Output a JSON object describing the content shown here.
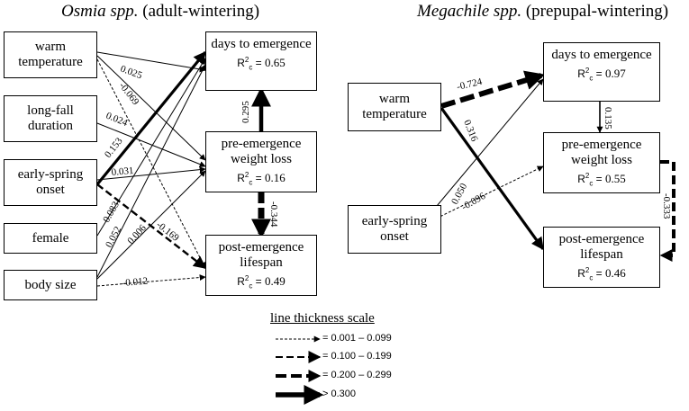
{
  "left_panel": {
    "title_italic": "Osmia spp.",
    "title_rest": " (adult-wintering)",
    "predictors": {
      "warm": "warm temperature",
      "longfall": "long-fall duration",
      "earlyspring": "early-spring onset",
      "female": "female",
      "bodysize": "body size"
    },
    "outcomes": {
      "days": {
        "label": "days to emergence",
        "r2": "0.65"
      },
      "weightloss": {
        "label": "pre-emergence weight loss",
        "r2": "0.16"
      },
      "lifespan": {
        "label": "post-emergence lifespan",
        "r2": "0.49"
      }
    },
    "coefficients": {
      "warm_days": "0.025",
      "warm_ls": "-0.069",
      "long_wl": "0.024",
      "es_days": "0.153",
      "es_wl": "0.031",
      "es_ls": "-0.169",
      "fem_days": "0.083",
      "bs_days": "0.052",
      "bs_wl": "0.006",
      "bs_ls": "-0.012",
      "days_wl": "0.295",
      "wl_ls": "-0.344"
    }
  },
  "right_panel": {
    "title_italic": "Megachile spp.",
    "title_rest": " (prepupal-wintering)",
    "predictors": {
      "warm": "warm temperature",
      "earlyspring": "early-spring onset"
    },
    "outcomes": {
      "days": {
        "label": "days to emergence",
        "r2": "0.97"
      },
      "weightloss": {
        "label": "pre-emergence weight loss",
        "r2": "0.55"
      },
      "lifespan": {
        "label": "post-emergence lifespan",
        "r2": "0.46"
      }
    },
    "coefficients": {
      "warm_days": "-0.724",
      "warm_ls": "0.316",
      "es_days": "0.050",
      "es_wl": "-0.096",
      "days_wl": "0.135",
      "wl_ls": "-0.333"
    }
  },
  "r2_label": "R",
  "r2_sup": "2",
  "r2_sub": "c",
  "r2_eq": " = ",
  "legend": {
    "title": "line thickness scale",
    "rows": [
      "= 0.001 – 0.099",
      "= 0.100 – 0.199",
      "= 0.200 – 0.299",
      "> 0.300"
    ]
  }
}
